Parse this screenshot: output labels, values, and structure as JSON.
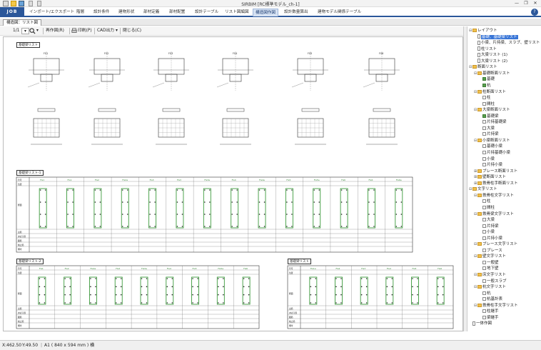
{
  "window": {
    "title": "SIRBIM [RC標準モデル_ch-1]",
    "controls": [
      "—",
      "❐",
      "✕"
    ]
  },
  "menu": {
    "job_label": "JOB",
    "tabs": [
      "インポート/エクスポート",
      "階層",
      "設計条件",
      "建物形状",
      "部材定義",
      "部材配置",
      "設計テーブル",
      "リスト図編図",
      "構造図作図",
      "設計数量算出",
      "建物モデル関係テーブル"
    ],
    "active_tab": "構造図作図",
    "help": "?"
  },
  "document_tab": {
    "label": "構造図：リスト図"
  },
  "toolbar": {
    "page_indicator": "1/1",
    "zoom_icon": "magnifier-icon",
    "regenerate_label": "再作図(R)",
    "print_label": "印刷(P)",
    "cad_output_label": "CAD出力",
    "close_label": "閉じる(C)"
  },
  "drawing": {
    "sheet_titles": [
      "基礎梁リスト",
      "基礎梁リスト-1",
      "基礎梁リスト-2",
      "基礎梁リスト"
    ],
    "top_section_labels": [
      "FG1",
      "FG2",
      "FG3",
      "FG4",
      "FG5",
      "FG6"
    ],
    "mid_section_labels": [
      "FG1",
      "FG1",
      "FG2",
      "FG2a",
      "FG3",
      "FG3",
      "FG3a",
      "FG4",
      "FG4a",
      "FG5",
      "FG5a",
      "FG6",
      "FG6",
      "FG6a"
    ],
    "lower_left_labels": [
      "FG1",
      "FG2",
      "FG2a",
      "FG3",
      "FG3a",
      "FG4",
      "FG5",
      "FG5a",
      "FG6"
    ],
    "lower_right_labels": [
      "FG1a",
      "FG2",
      "FG3",
      "FG4",
      "FG5",
      "FG6"
    ],
    "row_labels": [
      "符号",
      "位置",
      "断面",
      "主筋",
      "あばら筋",
      "腹筋",
      "幅止筋",
      "備考"
    ]
  },
  "tree": {
    "items": [
      {
        "level": 0,
        "expand": "⊟",
        "icon": "folder",
        "label": "レイアウト"
      },
      {
        "level": 1,
        "expand": "",
        "icon": "doc",
        "label": "基礎、基礎梁リスト",
        "selected": true
      },
      {
        "level": 1,
        "expand": "",
        "icon": "doc",
        "label": "小梁、片持梁、スラブ、壁リスト"
      },
      {
        "level": 1,
        "expand": "",
        "icon": "doc",
        "label": "柱リスト"
      },
      {
        "level": 1,
        "expand": "",
        "icon": "doc",
        "label": "大梁リスト (1)"
      },
      {
        "level": 1,
        "expand": "",
        "icon": "doc",
        "label": "大梁リスト (2)"
      },
      {
        "level": 0,
        "expand": "⊟",
        "icon": "folder",
        "label": "断面リスト"
      },
      {
        "level": 1,
        "expand": "⊟",
        "icon": "folder",
        "label": "基礎断面リスト"
      },
      {
        "level": 2,
        "expand": "",
        "icon": "cb-on",
        "label": "基礎"
      },
      {
        "level": 2,
        "expand": "",
        "icon": "cb-on",
        "label": "杭"
      },
      {
        "level": 1,
        "expand": "⊟",
        "icon": "folder",
        "label": "柱断面リスト"
      },
      {
        "level": 2,
        "expand": "",
        "icon": "cb",
        "label": "柱"
      },
      {
        "level": 2,
        "expand": "",
        "icon": "cb",
        "label": "間柱"
      },
      {
        "level": 1,
        "expand": "⊟",
        "icon": "folder",
        "label": "大梁断面リスト"
      },
      {
        "level": 2,
        "expand": "",
        "icon": "cb-on",
        "label": "基礎梁"
      },
      {
        "level": 2,
        "expand": "",
        "icon": "cb",
        "label": "片持基礎梁"
      },
      {
        "level": 2,
        "expand": "",
        "icon": "cb",
        "label": "大梁"
      },
      {
        "level": 2,
        "expand": "",
        "icon": "cb",
        "label": "片持梁"
      },
      {
        "level": 1,
        "expand": "⊟",
        "icon": "folder",
        "label": "小梁断面リスト"
      },
      {
        "level": 2,
        "expand": "",
        "icon": "cb",
        "label": "基礎小梁"
      },
      {
        "level": 2,
        "expand": "",
        "icon": "cb",
        "label": "片持基礎小梁"
      },
      {
        "level": 2,
        "expand": "",
        "icon": "cb",
        "label": "小梁"
      },
      {
        "level": 2,
        "expand": "",
        "icon": "cb",
        "label": "片持小梁"
      },
      {
        "level": 1,
        "expand": "⊞",
        "icon": "folder",
        "label": "ブレース断面リスト"
      },
      {
        "level": 1,
        "expand": "⊞",
        "icon": "folder",
        "label": "壁断面リスト"
      },
      {
        "level": 1,
        "expand": "⊞",
        "icon": "folder",
        "label": "鉄骨柱手断面リスト"
      },
      {
        "level": 0,
        "expand": "⊟",
        "icon": "folder",
        "label": "文字リスト"
      },
      {
        "level": 1,
        "expand": "⊟",
        "icon": "folder",
        "label": "鉄骨柱文字リスト"
      },
      {
        "level": 2,
        "expand": "",
        "icon": "cb",
        "label": "柱"
      },
      {
        "level": 2,
        "expand": "",
        "icon": "cb",
        "label": "間柱"
      },
      {
        "level": 1,
        "expand": "⊟",
        "icon": "folder",
        "label": "鉄骨梁文字リスト"
      },
      {
        "level": 2,
        "expand": "",
        "icon": "cb",
        "label": "大梁"
      },
      {
        "level": 2,
        "expand": "",
        "icon": "cb",
        "label": "片持梁"
      },
      {
        "level": 2,
        "expand": "",
        "icon": "cb",
        "label": "小梁"
      },
      {
        "level": 2,
        "expand": "",
        "icon": "cb",
        "label": "片持小梁"
      },
      {
        "level": 1,
        "expand": "⊟",
        "icon": "folder",
        "label": "ブレース文字リスト"
      },
      {
        "level": 2,
        "expand": "",
        "icon": "cb",
        "label": "ブレース"
      },
      {
        "level": 1,
        "expand": "⊟",
        "icon": "folder",
        "label": "壁文字リスト"
      },
      {
        "level": 2,
        "expand": "",
        "icon": "cb",
        "label": "一般壁"
      },
      {
        "level": 2,
        "expand": "",
        "icon": "cb",
        "label": "地下壁"
      },
      {
        "level": 1,
        "expand": "⊟",
        "icon": "folder",
        "label": "床文字リスト"
      },
      {
        "level": 2,
        "expand": "",
        "icon": "cb",
        "label": "一般スラブ"
      },
      {
        "level": 1,
        "expand": "⊟",
        "icon": "folder",
        "label": "杭文字リスト"
      },
      {
        "level": 2,
        "expand": "",
        "icon": "cb",
        "label": "杭"
      },
      {
        "level": 2,
        "expand": "",
        "icon": "cb",
        "label": "杭基計表"
      },
      {
        "level": 1,
        "expand": "⊟",
        "icon": "folder",
        "label": "鉄骨柱手文字リスト"
      },
      {
        "level": 2,
        "expand": "",
        "icon": "cb",
        "label": "柱継手"
      },
      {
        "level": 2,
        "expand": "",
        "icon": "cb",
        "label": "梁継手"
      },
      {
        "level": 0,
        "expand": "",
        "icon": "doc",
        "label": "一体作図"
      }
    ]
  },
  "status": {
    "x": "X:462.50",
    "y": "Y:49.50",
    "paper": "A1 ( 840 x 594 mm ) 横"
  },
  "colors": {
    "accent": "#2b579a",
    "rebar": "#3c9a3c",
    "selection": "#3875d7"
  }
}
